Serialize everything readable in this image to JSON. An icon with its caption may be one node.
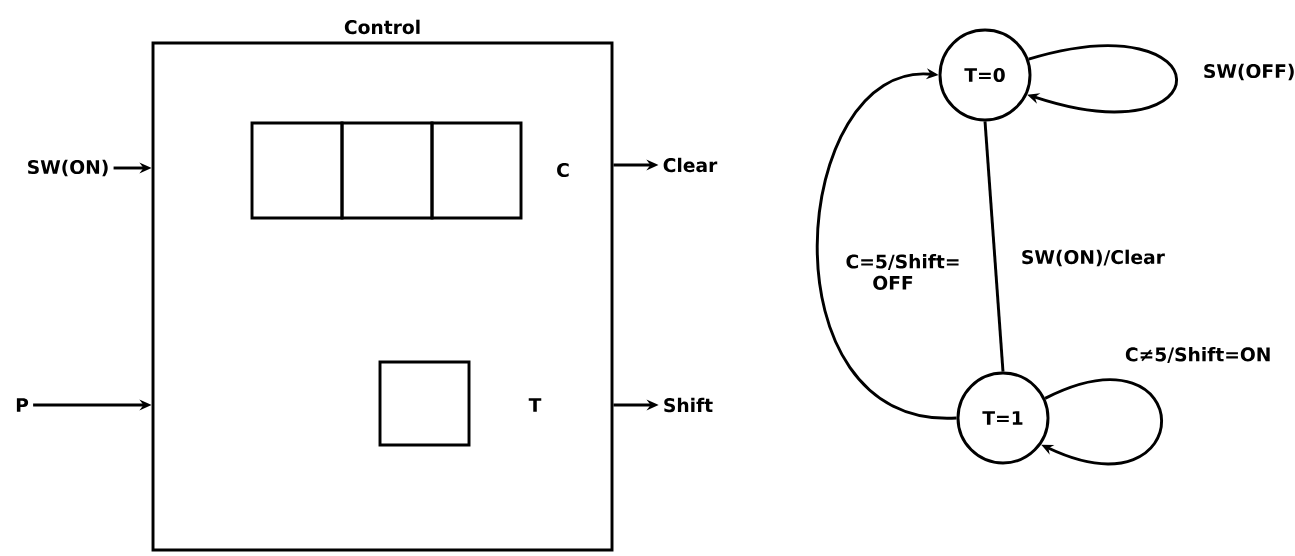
{
  "diagram": {
    "nodes": [
      {
        "text": [
          "Control"
        ]
      },
      {
        "text": [],
        "shape": "box",
        "in": 0
      },
      {
        "text": [],
        "shape": "box",
        "in": 0
      },
      {
        "text": [],
        "shape": "box",
        "in": 0
      },
      {
        "text": [],
        "shape": "box",
        "in": 0
      },
      {
        "text": [
          "SW(ON)"
        ]
      },
      {
        "text": [
          "P"
        ]
      },
      {
        "text": [
          "Clear"
        ]
      },
      {
        "text": [
          "Shift"
        ]
      },
      {
        "text": [
          "T=0"
        ]
      },
      {
        "text": [
          "T=1"
        ]
      }
    ],
    "edges": [
      {
        "from": 5,
        "to": 0,
        "arrow": "to"
      },
      {
        "from": 6,
        "to": 0,
        "arrow": "to"
      },
      {
        "from": 0,
        "to": 7,
        "arrow": "to"
      },
      {
        "from": 0,
        "to": 8,
        "arrow": "to"
      },
      {
        "from": 9,
        "to": 9,
        "arrow": "to",
        "label": "SW(OFF)"
      },
      {
        "from": 9,
        "to": 10,
        "arrow": "none",
        "label": "SW(ON)/Clear"
      },
      {
        "from": 10,
        "to": 10,
        "arrow": "to",
        "label": "C≠5/Shift=ON"
      },
      {
        "from": 10,
        "to": 9,
        "arrow": "to",
        "label": "C=5/Shift= OFF"
      }
    ],
    "labels": [
      "C",
      "T"
    ]
  }
}
